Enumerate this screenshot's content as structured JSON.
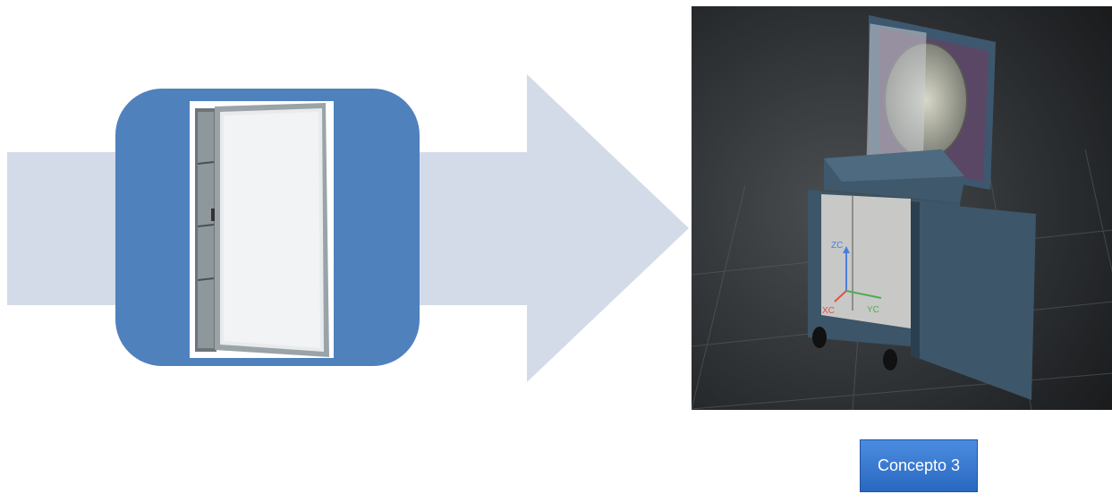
{
  "concept_button": {
    "label": "Concepto 3"
  },
  "axis_labels": {
    "z": "ZC",
    "x": "XC",
    "y": "YC"
  },
  "icons": [
    "flow-arrow",
    "cabinet-photo",
    "cabinet-render"
  ],
  "colors": {
    "arrow": "#d4dbe8",
    "box": "#4f81bd",
    "button": "#3a7bd5",
    "render_bg": "#202325",
    "cabinet_body": "#3f586c",
    "axis_x": "#e05050",
    "axis_y": "#4caf50",
    "axis_z": "#4a7fe0"
  }
}
